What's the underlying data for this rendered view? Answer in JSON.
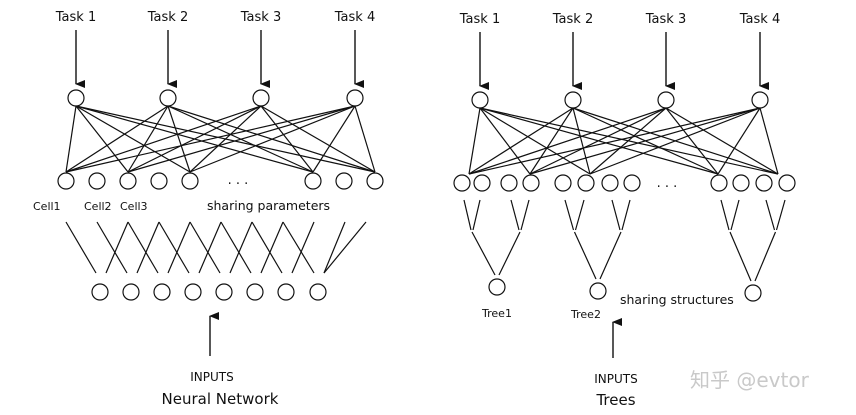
{
  "left_panel": {
    "title": "Neural Network",
    "tasks": [
      "Task 1",
      "Task 2",
      "Task 3",
      "Task 4"
    ],
    "cell_labels": [
      "Cell1",
      "Cell2",
      "Cell3"
    ],
    "ellipsis": ". . .",
    "annotation": "sharing parameters",
    "input_label": "INPUTS",
    "hidden_cells": 8,
    "input_nodes": 8
  },
  "right_panel": {
    "title": "Trees",
    "tasks": [
      "Task 1",
      "Task 2",
      "Task 3",
      "Task 4"
    ],
    "tree_labels": [
      "Tree1",
      "Tree2"
    ],
    "ellipsis": ". . .",
    "annotation": "sharing structures",
    "input_label": "INPUTS",
    "leaf_nodes": 12,
    "trees": 3
  },
  "watermark": "知乎 @evtor"
}
